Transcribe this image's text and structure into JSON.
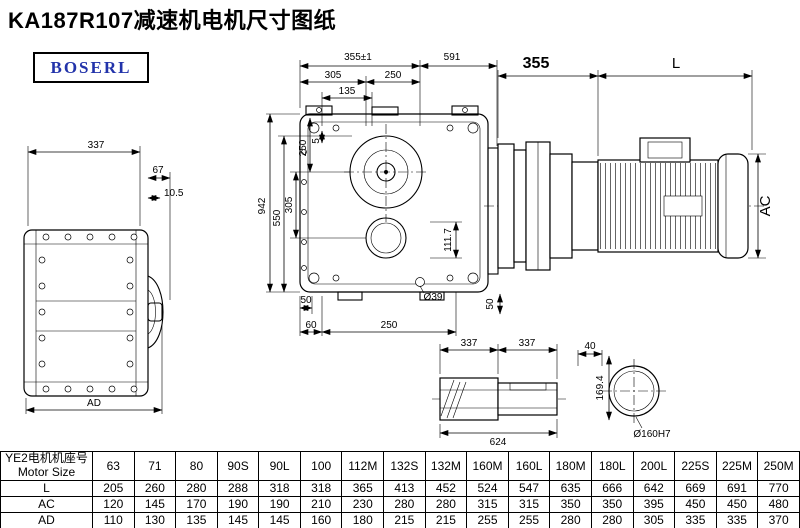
{
  "title": "KA187R107减速机电机尺寸图纸",
  "logo": "BOSERL",
  "colors": {
    "logo_blue": "#2233aa",
    "line": "#000000",
    "background": "#ffffff"
  },
  "views": {
    "left": {
      "w337": "337",
      "d67": "67",
      "d105": "10.5",
      "ad": "AD"
    },
    "front": {
      "t355": "355±1",
      "t591": "591",
      "t305": "305",
      "t250": "250",
      "t135": "135",
      "v942": "942",
      "v550": "550",
      "v305": "305",
      "v250": "250",
      "v5": "5",
      "v117": "111.7",
      "b50l": "50",
      "b60": "60",
      "b250": "250",
      "dia39": "Ø39",
      "b50r": "50"
    },
    "motor": {
      "d355": "355",
      "lbl_l": "L",
      "lbl_ac": "AC"
    },
    "shaft": {
      "d337a": "337",
      "d337b": "337",
      "d624": "624"
    },
    "flange": {
      "d40": "40",
      "v169": "169.4",
      "dia": "Ø160H7"
    }
  },
  "table": {
    "header_cn": "YE2电机机座号",
    "header_en": "Motor Size",
    "sizes": [
      "63",
      "71",
      "80",
      "90S",
      "90L",
      "100",
      "112M",
      "132S",
      "132M",
      "160M",
      "160L",
      "180M",
      "180L",
      "200L",
      "225S",
      "225M",
      "250M"
    ],
    "rows": [
      {
        "label": "L",
        "values": [
          "205",
          "260",
          "280",
          "288",
          "318",
          "318",
          "365",
          "413",
          "452",
          "524",
          "547",
          "635",
          "666",
          "642",
          "669",
          "691",
          "770"
        ]
      },
      {
        "label": "AC",
        "values": [
          "120",
          "145",
          "170",
          "190",
          "190",
          "210",
          "230",
          "280",
          "280",
          "315",
          "315",
          "350",
          "350",
          "395",
          "450",
          "450",
          "480"
        ]
      },
      {
        "label": "AD",
        "values": [
          "110",
          "130",
          "135",
          "145",
          "145",
          "160",
          "180",
          "215",
          "215",
          "255",
          "255",
          "280",
          "280",
          "305",
          "335",
          "335",
          "370"
        ]
      }
    ]
  }
}
